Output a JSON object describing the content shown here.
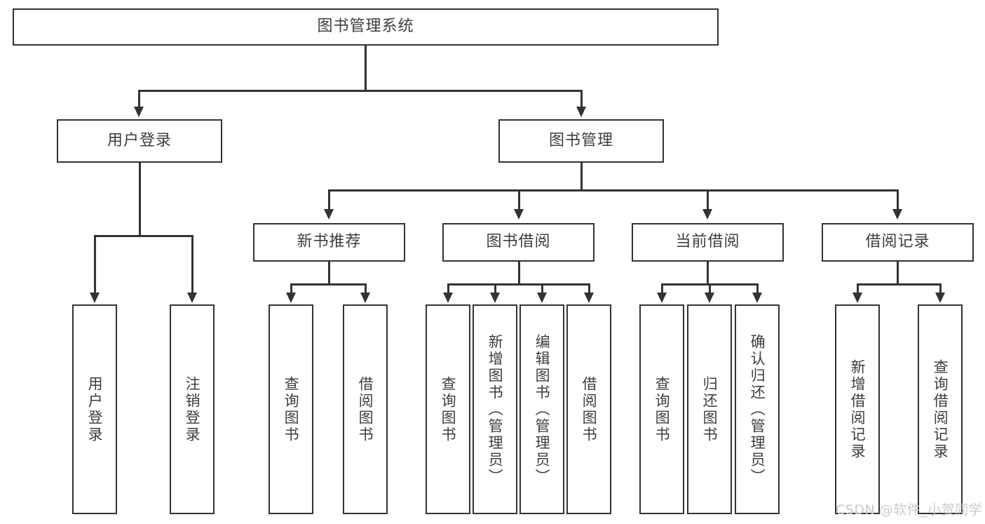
{
  "diagram": {
    "type": "hierarchy-tree",
    "title": "图书管理系统",
    "root": {
      "label": "图书管理系统"
    },
    "level2": [
      {
        "label": "用户登录"
      },
      {
        "label": "图书管理"
      }
    ],
    "level3": [
      {
        "label": "新书推荐"
      },
      {
        "label": "图书借阅"
      },
      {
        "label": "当前借阅"
      },
      {
        "label": "借阅记录"
      }
    ],
    "leaves": {
      "user_login": [
        {
          "label": "用户登录"
        },
        {
          "label": "注销登录"
        }
      ],
      "new_book_recommend": [
        {
          "label": "查询图书"
        },
        {
          "label": "借阅图书"
        }
      ],
      "book_borrow": [
        {
          "label": "查询图书"
        },
        {
          "label": "新增图书（管理员）"
        },
        {
          "label": "编辑图书（管理员）"
        },
        {
          "label": "借阅图书"
        }
      ],
      "current_borrow": [
        {
          "label": "查询图书"
        },
        {
          "label": "归还图书"
        },
        {
          "label": "确认归还（管理员）"
        }
      ],
      "borrow_record": [
        {
          "label": "新增借阅记录"
        },
        {
          "label": "查询借阅记录"
        }
      ]
    }
  },
  "watermark": {
    "text": "CSDN @软件_小贺同学"
  },
  "colors": {
    "stroke": "#333333",
    "text": "#3d3d3d",
    "background": "#ffffff",
    "watermark": "#c9c9c9"
  }
}
